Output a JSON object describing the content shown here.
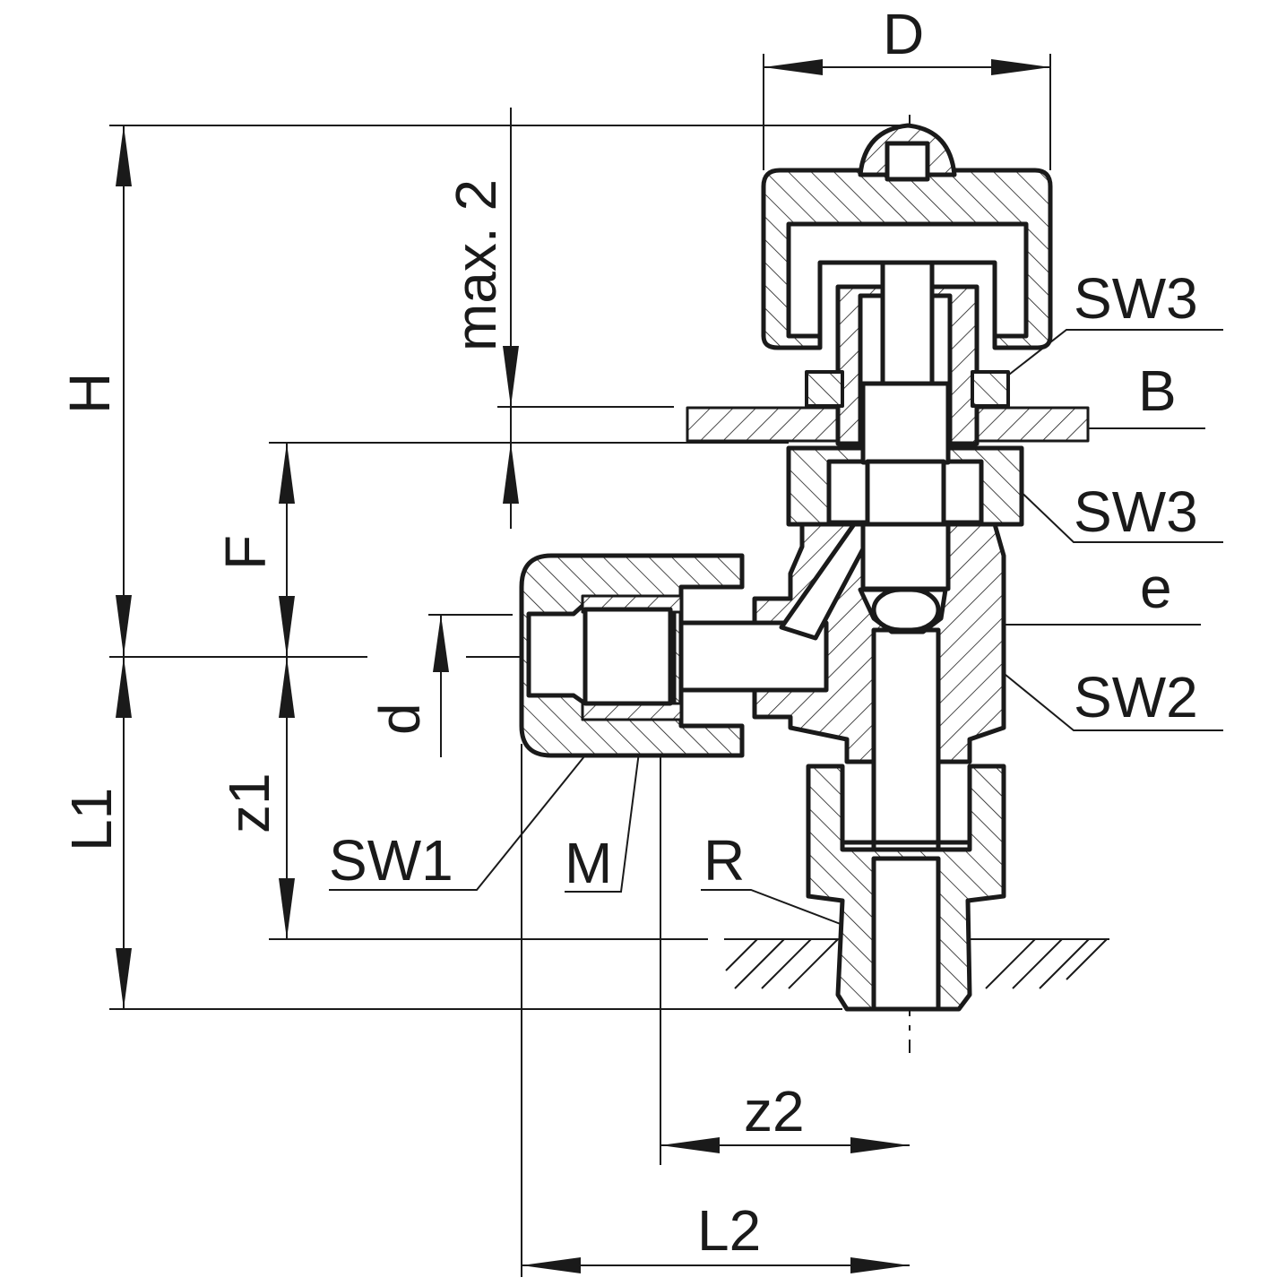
{
  "labels": {
    "D": "D",
    "max2": "max. 2",
    "H": "H",
    "F": "F",
    "L1": "L1",
    "z1": "z1",
    "d": "d",
    "SW1": "SW1",
    "M": "M",
    "R": "R",
    "SW3_top": "SW3",
    "B": "B",
    "SW3_mid": "SW3",
    "e": "e",
    "SW2": "SW2",
    "z2": "z2",
    "L2": "L2"
  },
  "colors": {
    "line": "#1a1a1a",
    "background": "#ffffff"
  }
}
